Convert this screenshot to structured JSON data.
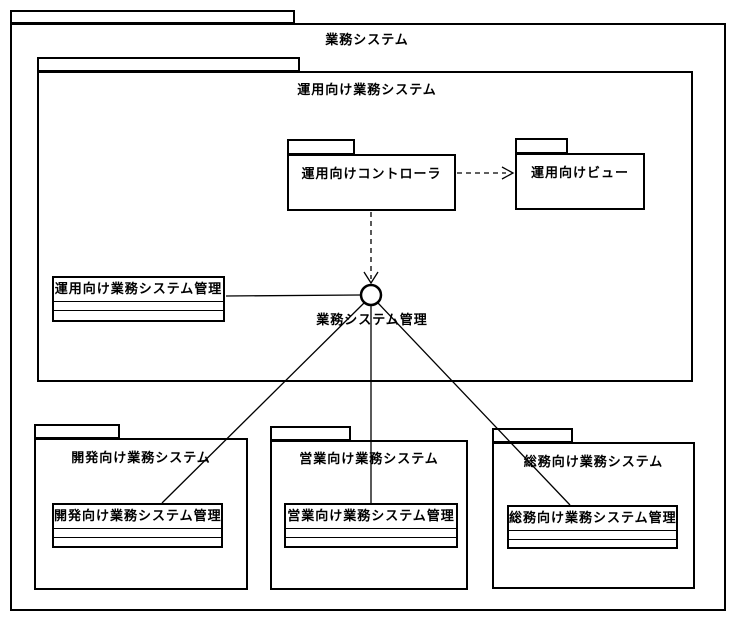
{
  "diagram": {
    "type": "uml-package-diagram",
    "colors": {
      "line": "#000000",
      "background": "#ffffff",
      "text": "#000000"
    },
    "root_package": {
      "label": "業務システム"
    },
    "operations_package": {
      "label": "運用向け業務システム",
      "controller_package": {
        "label": "運用向けコントローラ"
      },
      "view_package": {
        "label": "運用向けビュー"
      },
      "management_class": {
        "label": "運用向け業務システム管理"
      }
    },
    "interface": {
      "label": "業務システム管理"
    },
    "bottom_packages": [
      {
        "label": "開発向け業務システム",
        "class_label": "開発向け業務システム管理"
      },
      {
        "label": "営業向け業務システム",
        "class_label": "営業向け業務システム管理"
      },
      {
        "label": "総務向け業務システム",
        "class_label": "総務向け業務システム管理"
      }
    ],
    "connections": [
      {
        "from": "運用向けコントローラ",
        "to": "運用向けビュー",
        "style": "dashed-open-arrow"
      },
      {
        "from": "運用向けコントローラ",
        "to": "業務システム管理",
        "style": "dashed-open-arrow"
      },
      {
        "from": "運用向け業務システム管理",
        "to": "業務システム管理",
        "style": "solid"
      },
      {
        "from": "業務システム管理",
        "to": "開発向け業務システム管理",
        "style": "solid"
      },
      {
        "from": "業務システム管理",
        "to": "営業向け業務システム管理",
        "style": "solid"
      },
      {
        "from": "業務システム管理",
        "to": "総務向け業務システム管理",
        "style": "solid"
      }
    ]
  }
}
